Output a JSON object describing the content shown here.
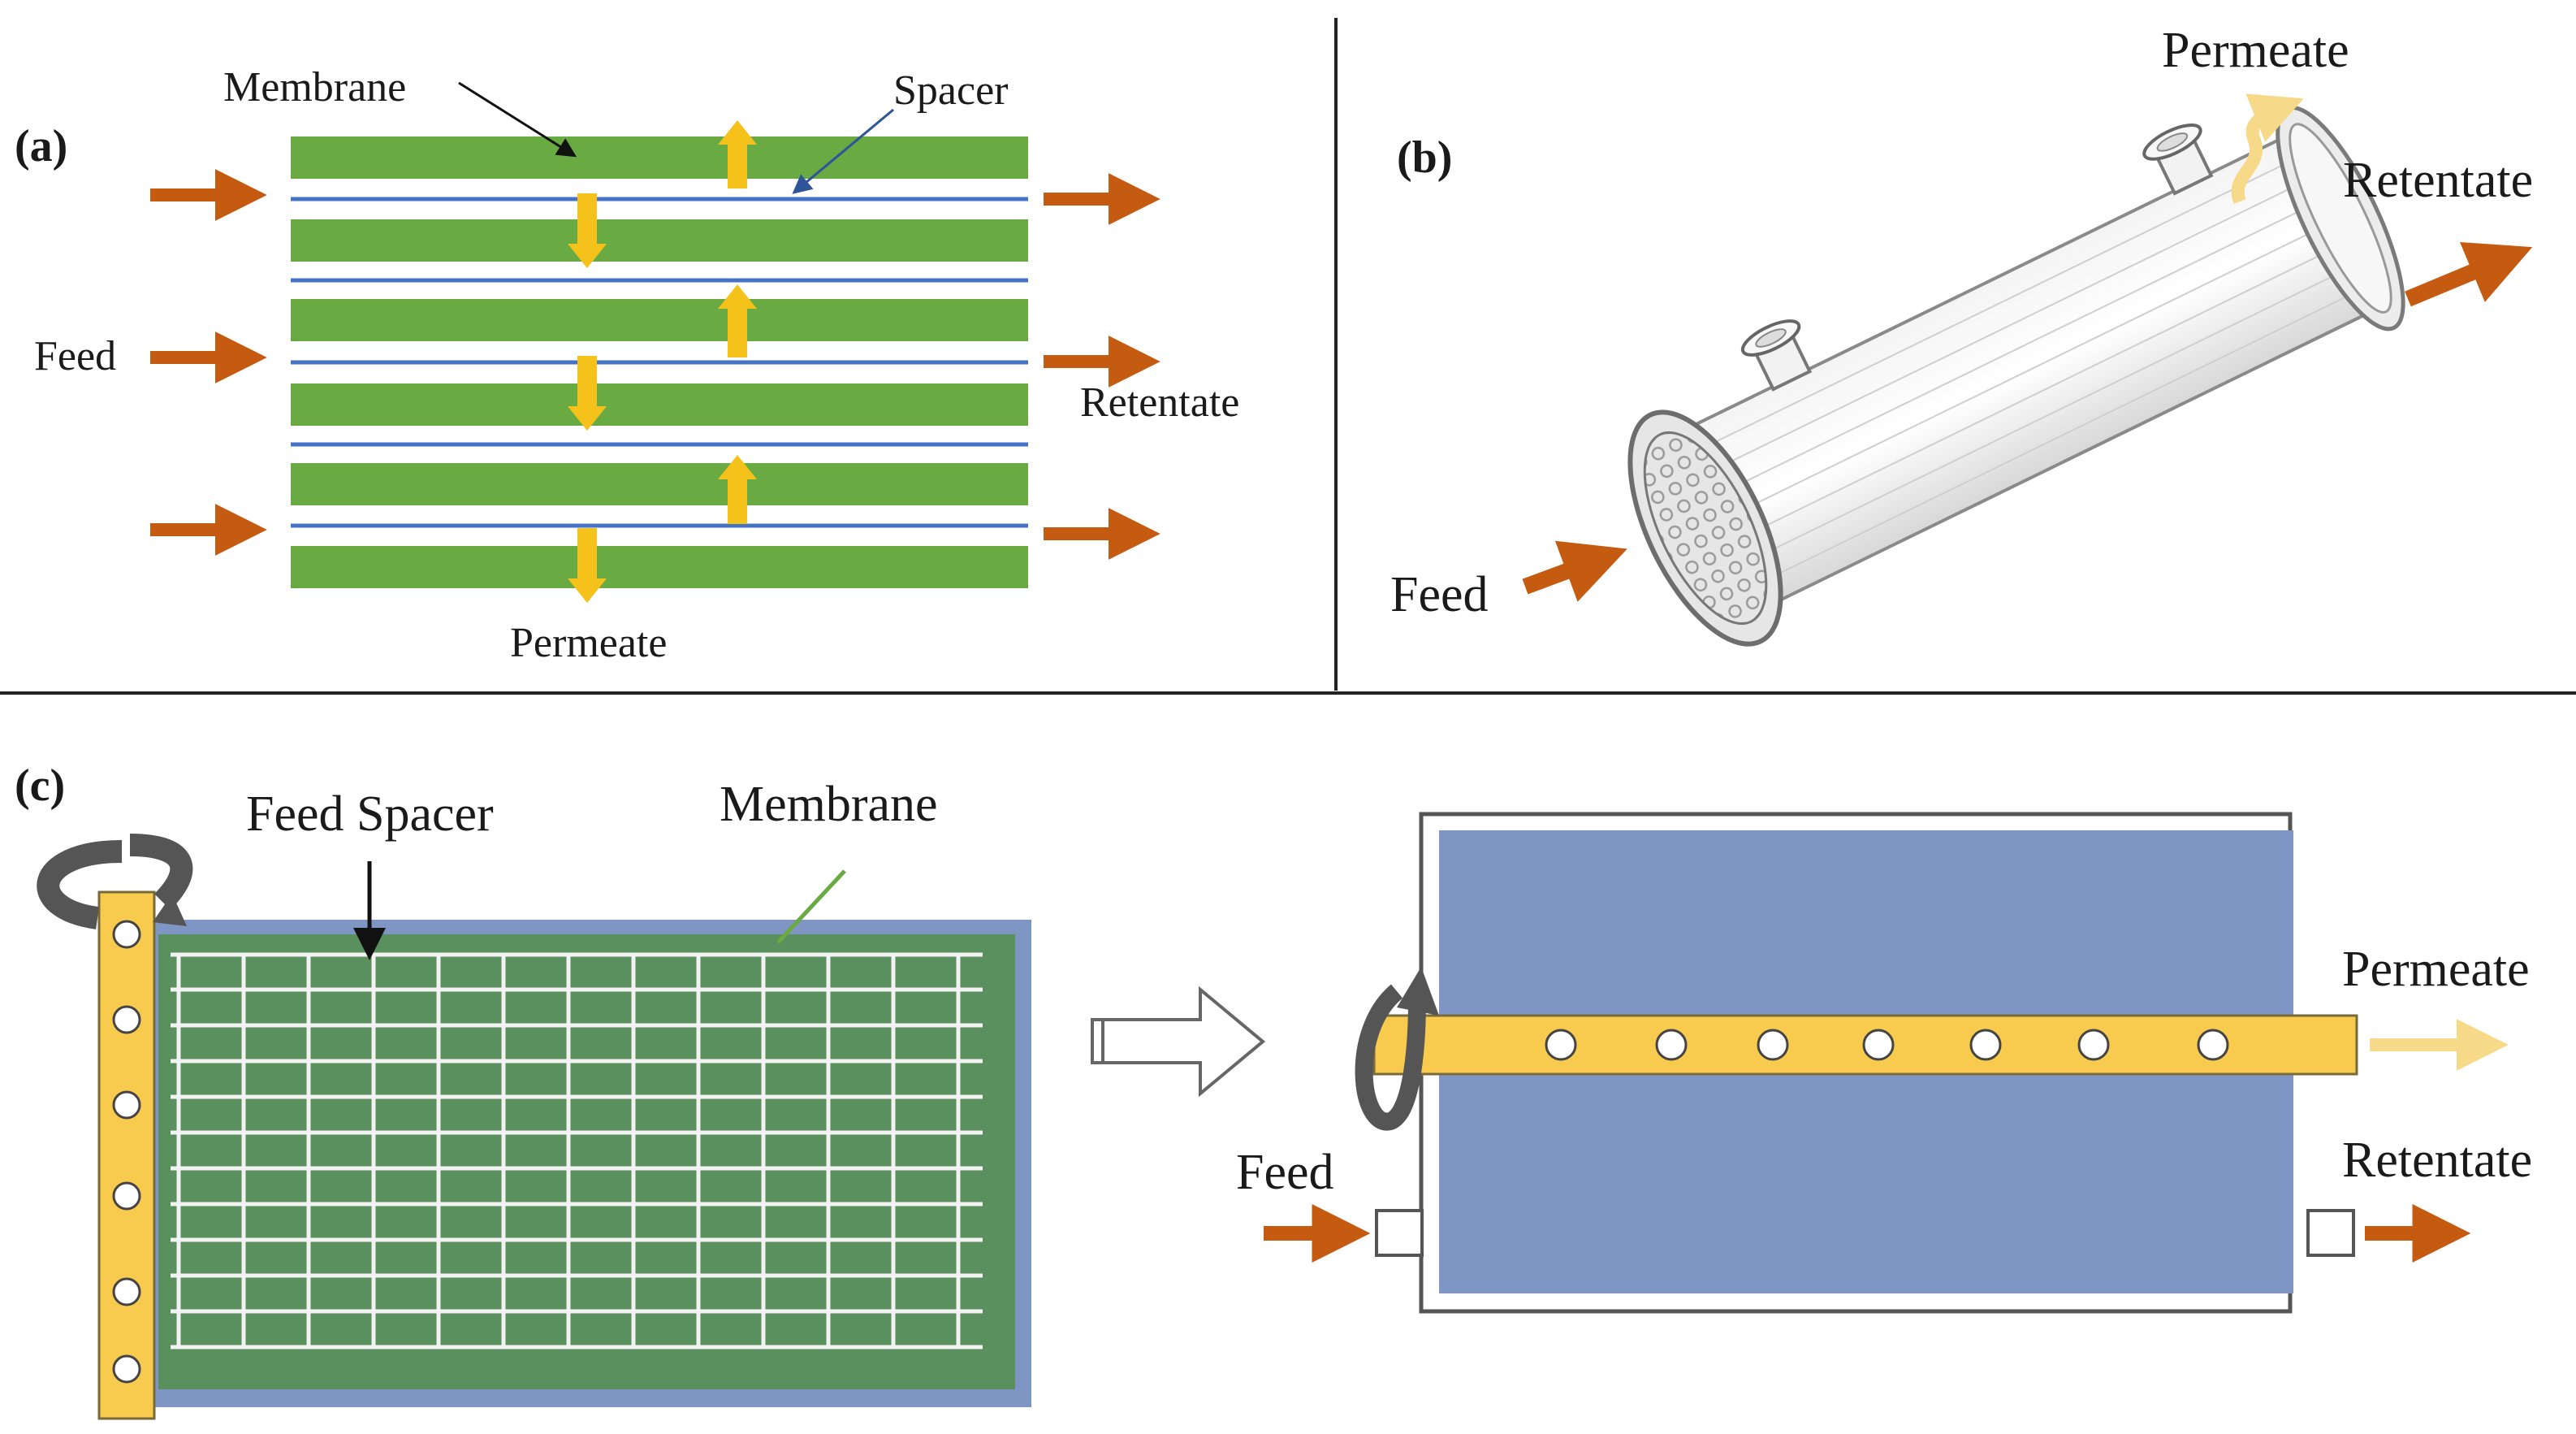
{
  "panel_a": {
    "tag": "(a)",
    "labels": {
      "membrane": "Membrane",
      "spacer": "Spacer",
      "feed": "Feed",
      "retentate": "Retentate",
      "permeate": "Permeate"
    }
  },
  "panel_b": {
    "tag": "(b)",
    "labels": {
      "permeate": "Permeate",
      "retentate": "Retentate",
      "feed": "Feed"
    }
  },
  "panel_c": {
    "tag": "(c)",
    "labels": {
      "feed_spacer": "Feed Spacer",
      "membrane": "Membrane",
      "permeate": "Permeate",
      "feed": "Feed",
      "retentate": "Retentate"
    }
  },
  "colors": {
    "membrane_green": "#6aaa43",
    "flow_orange": "#c55a11",
    "permeate_yellow": "#f4c21b",
    "spacer_blue": "#4472c4",
    "sheet_blue": "#7f96c4",
    "spacer_green": "#5a8f5e",
    "tube_yellow": "#f8cb4e"
  }
}
